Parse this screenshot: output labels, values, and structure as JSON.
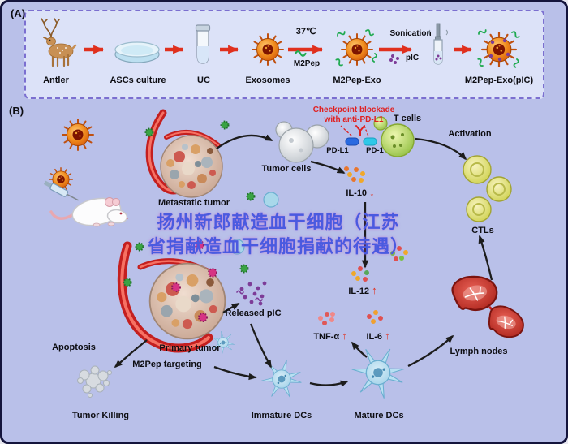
{
  "panelA": {
    "tag": "(A)",
    "steps": [
      "Antler",
      "ASCs culture",
      "UC",
      "Exosomes",
      "M2Pep-Exo",
      "M2Pep-Exo(pIC)"
    ],
    "temp": "37℃",
    "m2pep": "M2Pep",
    "sonication": "Sonication",
    "pic": "pIC"
  },
  "panelB": {
    "tag": "(B)",
    "checkpoint_line1": "Checkpoint blockade",
    "checkpoint_line2": "with anti-PD-L1",
    "t_cells": "T cells",
    "pd_l1": "PD-L1",
    "pd_1": "PD-1",
    "activation": "Activation",
    "tumor_cells": "Tumor cells",
    "metastatic_tumor": "Metastatic tumor",
    "il10": "IL-10",
    "il10_trend": "↓",
    "ctls": "CTLs",
    "il12": "IL-12",
    "il12_trend": "↑",
    "released_pic": "Released pIC",
    "tnf": "TNF-α",
    "tnf_trend": "↑",
    "il6": "IL-6",
    "il6_trend": "↑",
    "lymph_nodes": "Lymph nodes",
    "apoptosis": "Apoptosis",
    "primary_tumor": "Primary tumor",
    "m2pep_targeting": "M2Pep targeting",
    "tumor_killing": "Tumor Killing",
    "immature_dcs": "Immature DCs",
    "mature_dcs": "Mature DCs"
  },
  "watermark": {
    "line1": "扬州新郎献造血干细胞（江苏",
    "line2": "省捐献造血干细胞捐献的待遇）"
  },
  "colors": {
    "background": "#b9c0e9",
    "panel_a_background": "#dce2f8",
    "panel_border": "#7b6fd0",
    "frame": "#14143c",
    "arrow_red": "#e0301e",
    "label_red": "#e02020",
    "watermark_blue": "#4a5ae0",
    "m2pep_green": "#1faa50",
    "pic_purple": "#7d3c98",
    "exosome_orange": "#e06a10"
  }
}
